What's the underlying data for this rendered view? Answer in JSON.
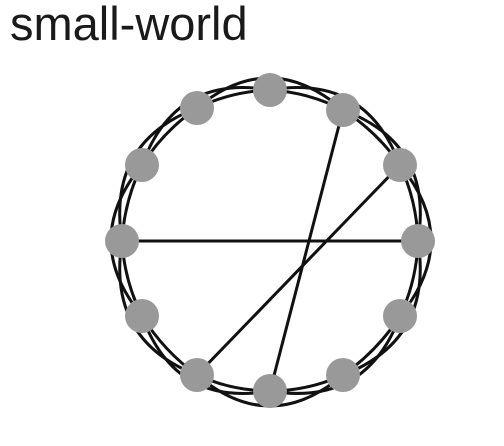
{
  "title": "small-world",
  "colors": {
    "node": "#999999",
    "edge": "#111111",
    "background": "#ffffff",
    "text": "#1a1a1a"
  },
  "diagram": {
    "type": "small-world network",
    "node_count": 12,
    "nodes": [
      "n0",
      "n1",
      "n2",
      "n3",
      "n4",
      "n5",
      "n6",
      "n7",
      "n8",
      "n9",
      "n10",
      "n11"
    ],
    "ring_edges": [
      [
        "n0",
        "n1"
      ],
      [
        "n1",
        "n2"
      ],
      [
        "n2",
        "n3"
      ],
      [
        "n3",
        "n4"
      ],
      [
        "n4",
        "n5"
      ],
      [
        "n5",
        "n6"
      ],
      [
        "n6",
        "n7"
      ],
      [
        "n7",
        "n8"
      ],
      [
        "n8",
        "n9"
      ],
      [
        "n9",
        "n10"
      ],
      [
        "n10",
        "n11"
      ],
      [
        "n11",
        "n0"
      ]
    ],
    "skip_edges": [
      [
        "n0",
        "n2"
      ],
      [
        "n1",
        "n3"
      ],
      [
        "n2",
        "n4"
      ],
      [
        "n3",
        "n5"
      ],
      [
        "n4",
        "n6"
      ],
      [
        "n5",
        "n7"
      ],
      [
        "n6",
        "n8"
      ],
      [
        "n7",
        "n9"
      ],
      [
        "n8",
        "n10"
      ],
      [
        "n9",
        "n11"
      ],
      [
        "n10",
        "n0"
      ],
      [
        "n11",
        "n1"
      ]
    ],
    "shortcut_edges": [
      [
        "n9",
        "n3"
      ],
      [
        "n1",
        "n6"
      ],
      [
        "n2",
        "n7"
      ]
    ]
  }
}
